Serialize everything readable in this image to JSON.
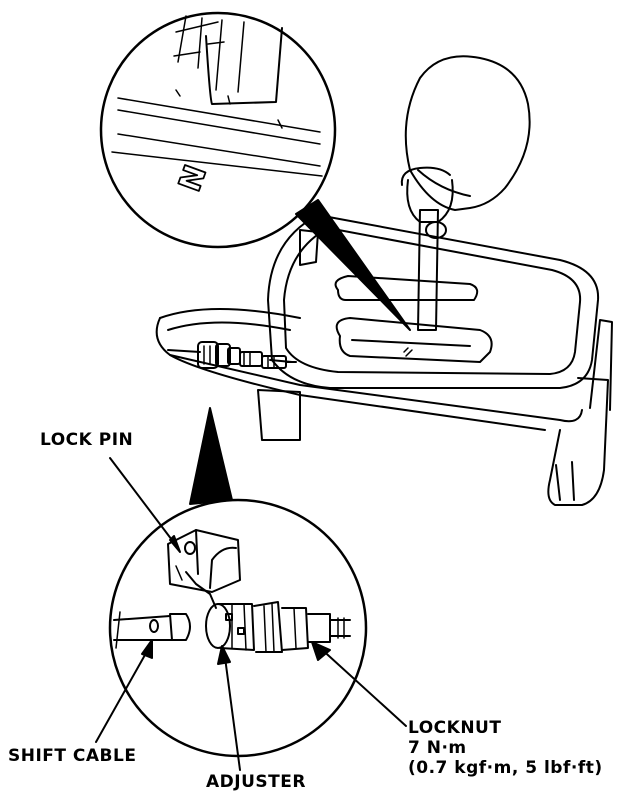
{
  "labels": {
    "lock_pin": "LOCK PIN",
    "shift_cable": "SHIFT CABLE",
    "adjuster": "ADJUSTER",
    "locknut_line1": "LOCKNUT",
    "locknut_line2": "7 N·m",
    "locknut_line3": "(0.7 kgf·m, 5 lbf·ft)"
  },
  "gear_indicator": "N",
  "colors": {
    "ink": "#000000",
    "paper": "#ffffff"
  }
}
